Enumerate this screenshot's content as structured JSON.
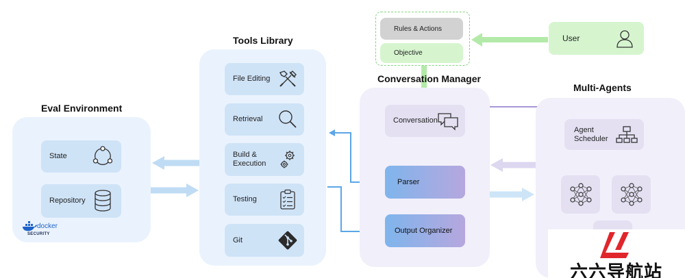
{
  "eval": {
    "title": "Eval Environment",
    "items": [
      {
        "label": "State",
        "icon": "cycle-icon"
      },
      {
        "label": "Repository",
        "icon": "database-icon"
      }
    ],
    "badge": {
      "top": "docker",
      "bottom": "SECURITY"
    }
  },
  "tools": {
    "title": "Tools Library",
    "items": [
      {
        "label": "File Editing",
        "icon": "hammer-wrench-icon"
      },
      {
        "label": "Retrieval",
        "icon": "magnifier-icon"
      },
      {
        "label": "Build & Execution",
        "icon": "gears-icon"
      },
      {
        "label": "Testing",
        "icon": "clipboard-checklist-icon"
      },
      {
        "label": "Git",
        "icon": "git-icon"
      }
    ]
  },
  "conversation_manager": {
    "title": "Conversation Manager",
    "conversation": "Conversation",
    "parser": "Parser",
    "output_organizer": "Output Organizer"
  },
  "inputs": {
    "rules": "Rules & Actions",
    "objective": "Objective",
    "user": "User"
  },
  "multi_agents": {
    "title": "Multi-Agents",
    "scheduler_line1": "Agent",
    "scheduler_line2": "Scheduler"
  },
  "watermark": {
    "text": "六六导航站"
  },
  "colors": {
    "blue_panel": "#eaf3fd",
    "blue_card": "#cfe3f7",
    "purple_panel": "#f1effa",
    "purple_card": "#e4e0f2",
    "green": "#d6f5cf",
    "green_border": "#7fd67a",
    "wire_blue": "#5aa6e8",
    "wire_purple": "#a796d8"
  }
}
